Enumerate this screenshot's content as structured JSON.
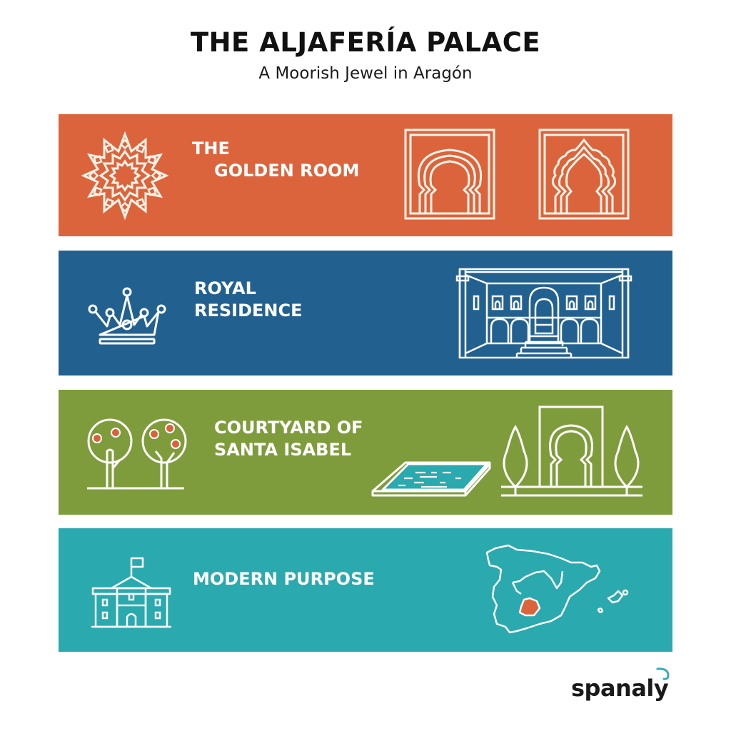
{
  "header": {
    "title": "THE ALJAFERÍA PALACE",
    "subtitle": "A Moorish Jewel in Aragón"
  },
  "sections": [
    {
      "id": "golden-room",
      "label_line1": "THE",
      "label_line2": "GOLDEN ROOM",
      "color": "#dc643c",
      "icons": [
        "islamic-star-icon",
        "horseshoe-arch-icon",
        "lobed-arch-icon"
      ]
    },
    {
      "id": "royal-residence",
      "label_line1": "ROYAL",
      "label_line2": "RESIDENCE",
      "color": "#22608f",
      "icons": [
        "crown-icon",
        "throne-hall-icon"
      ]
    },
    {
      "id": "courtyard-santa-isabel",
      "label_line1": "COURTYARD OF",
      "label_line2": "SANTA ISABEL",
      "color": "#7f9c3c",
      "icons": [
        "orange-trees-icon",
        "reflecting-pool-icon",
        "arch-gateway-cypress-icon"
      ]
    },
    {
      "id": "modern-purpose",
      "label_line1": "MODERN PURPOSE",
      "color": "#2aa9ae",
      "icons": [
        "parliament-building-icon",
        "spain-map-icon"
      ]
    }
  ],
  "colors": {
    "accent_orange": "#dc643c",
    "accent_orange_fruit": "#d9623a",
    "pool_water": "#2aa9ae",
    "logo_swirl": "#3aa9b7"
  },
  "footer": {
    "logo_text": "spanaly"
  }
}
